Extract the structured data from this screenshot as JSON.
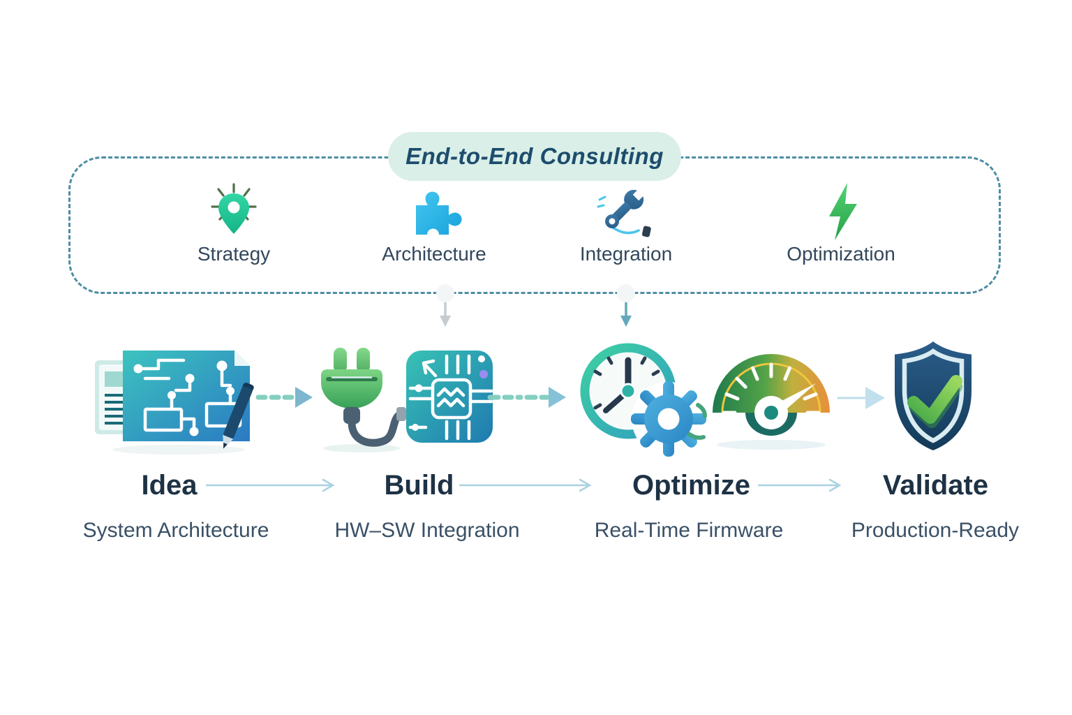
{
  "header": {
    "pill_label": "End-to-End Consulting"
  },
  "services": {
    "box_style": "rounded-dashed-outline",
    "items": [
      {
        "label": "Strategy",
        "icon": "location-pin-idea-icon",
        "icon_color": "#1fc896"
      },
      {
        "label": "Architecture",
        "icon": "puzzle-piece-icon",
        "icon_color": "#2ab4e8"
      },
      {
        "label": "Integration",
        "icon": "wrench-icon",
        "icon_color": "#31628e"
      },
      {
        "label": "Optimization",
        "icon": "lightning-bolt-icon",
        "icon_color": "#3cb85c"
      }
    ]
  },
  "pipeline": {
    "stages": [
      {
        "title": "Idea",
        "subtitle": "System Architecture",
        "icons": [
          "schematic-blueprint-icon",
          "pencil-icon"
        ]
      },
      {
        "title": "Build",
        "subtitle": "HW–SW Integration",
        "icons": [
          "power-plug-icon",
          "mcu-chip-icon"
        ]
      },
      {
        "title": "Optimize",
        "subtitle": "Real-Time Firmware",
        "icons": [
          "clock-icon",
          "gear-icon",
          "speed-gauge-icon"
        ]
      },
      {
        "title": "Validate",
        "subtitle": "Production-Ready",
        "icons": [
          "shield-check-icon"
        ]
      }
    ]
  },
  "colors": {
    "background": "#ffffff",
    "pill_bg": "#d9efe7",
    "pill_text": "#1d4c6d",
    "box_border": "#4d8da3",
    "service_label": "#33475b",
    "stage_title": "#1e3245",
    "stage_subtitle": "#3a5066",
    "flow_arrow": "#a9d2e2",
    "dashed_arrow": "#84cfc0",
    "dashed_arrow_head": "#7fbcd6",
    "down_arrow_gray": "#c6cbd0",
    "down_arrow_teal": "#63a9bb"
  }
}
